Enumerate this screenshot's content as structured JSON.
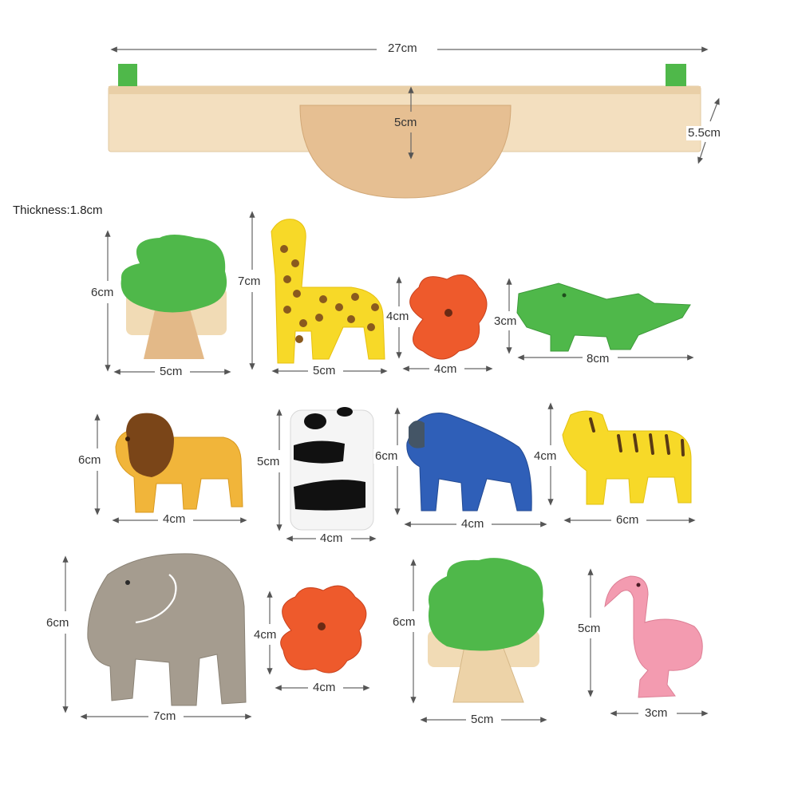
{
  "product": {
    "thickness_label": "Thickness:1.8cm",
    "colors": {
      "wood_light": "#f2dcb8",
      "wood_dark": "#e2b98a",
      "green": "#4fb84a",
      "red": "#ee5a2c",
      "yellow": "#f7d928",
      "blue": "#2f5fb8",
      "gray": "#9e968a",
      "pink": "#f39bb0",
      "orange_lion": "#f1b53a"
    }
  },
  "seesaw": {
    "length_label": "27cm",
    "height_label": "5.5cm",
    "arc_label": "5cm"
  },
  "pieces": [
    {
      "name": "tree-1",
      "width_label": "5cm",
      "height_label": "6cm"
    },
    {
      "name": "giraffe",
      "width_label": "5cm",
      "height_label": "7cm"
    },
    {
      "name": "flower-1",
      "width_label": "4cm",
      "height_label": "4cm"
    },
    {
      "name": "crocodile",
      "width_label": "8cm",
      "height_label": "3cm"
    },
    {
      "name": "lion",
      "width_label": "4cm",
      "height_label": "6cm"
    },
    {
      "name": "panda",
      "width_label": "4cm",
      "height_label": "5cm"
    },
    {
      "name": "gorilla",
      "width_label": "4cm",
      "height_label": "6cm"
    },
    {
      "name": "tiger",
      "width_label": "6cm",
      "height_label": "4cm"
    },
    {
      "name": "elephant",
      "width_label": "7cm",
      "height_label": "6cm"
    },
    {
      "name": "flower-2",
      "width_label": "4cm",
      "height_label": "4cm"
    },
    {
      "name": "tree-2",
      "width_label": "5cm",
      "height_label": "6cm"
    },
    {
      "name": "flamingo",
      "width_label": "3cm",
      "height_label": "5cm"
    }
  ]
}
